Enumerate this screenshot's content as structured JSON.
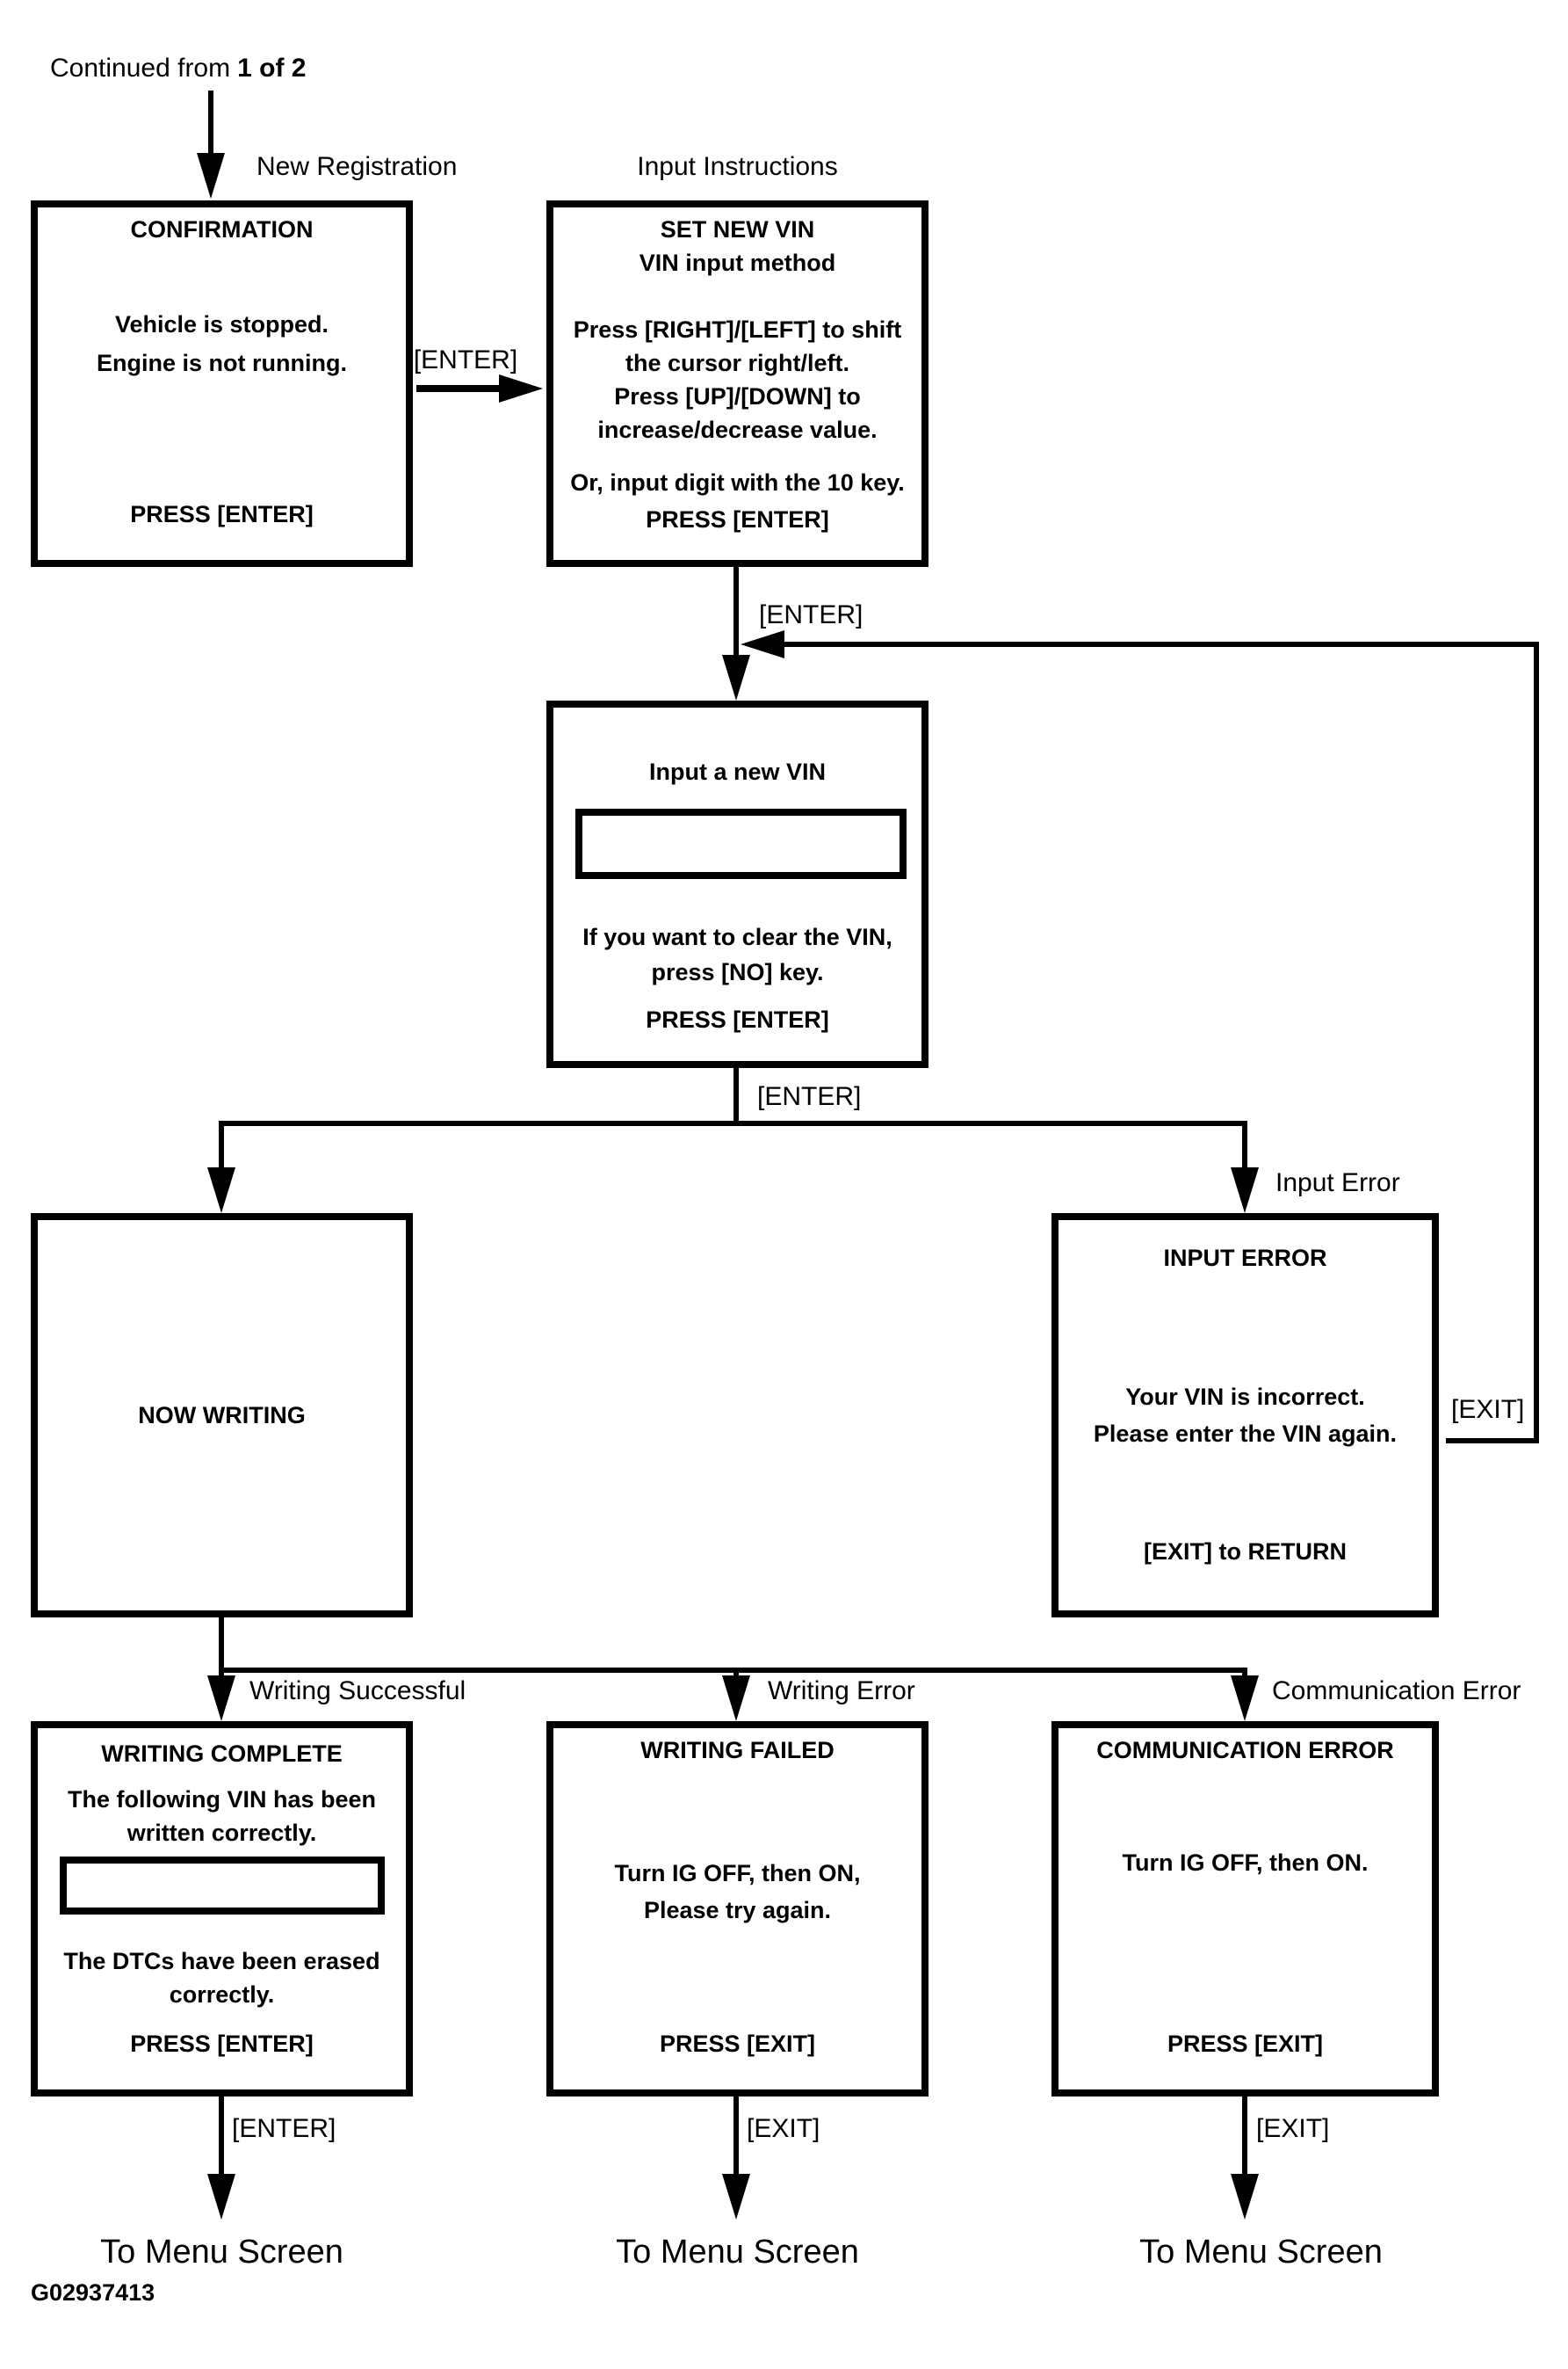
{
  "page": {
    "continued_prefix": "Continued from",
    "continued_ref": "1 of 2",
    "figure_id": "G02937413"
  },
  "edges": {
    "new_registration": "New Registration",
    "input_instructions": "Input Instructions",
    "enter_confirm_to_set": "[ENTER]",
    "enter_set_to_input": "[ENTER]",
    "enter_input_to_split": "[ENTER]",
    "input_error": "Input Error",
    "exit_return": "[EXIT]",
    "writing_successful": "Writing Successful",
    "writing_error": "Writing Error",
    "communication_error": "Communication Error",
    "enter_complete": "[ENTER]",
    "exit_failed": "[EXIT]",
    "exit_comm": "[EXIT]",
    "to_menu_1": "To Menu Screen",
    "to_menu_2": "To Menu Screen",
    "to_menu_3": "To Menu Screen"
  },
  "nodes": {
    "confirmation": {
      "title": "CONFIRMATION",
      "line1": "Vehicle is stopped.",
      "line2": "Engine is not running.",
      "footer": "PRESS [ENTER]"
    },
    "set_new_vin": {
      "title": "SET NEW VIN",
      "subtitle": "VIN input method",
      "line1": "Press [RIGHT]/[LEFT] to shift",
      "line2": "the cursor right/left.",
      "line3": "Press [UP]/[DOWN] to",
      "line4": "increase/decrease value.",
      "line5": "Or, input digit with the 10 key.",
      "footer": "PRESS [ENTER]"
    },
    "input_new_vin": {
      "title": "Input a new VIN",
      "line1": "If you want to clear the VIN,",
      "line2": "press [NO] key.",
      "footer": "PRESS [ENTER]"
    },
    "now_writing": {
      "title": "NOW WRITING"
    },
    "input_error": {
      "title": "INPUT ERROR",
      "line1": "Your VIN is incorrect.",
      "line2": "Please enter the VIN again.",
      "footer": "[EXIT] to RETURN"
    },
    "writing_complete": {
      "title": "WRITING COMPLETE",
      "line1": "The following VIN has been",
      "line2": "written correctly.",
      "line3": "The DTCs have been erased",
      "line4": "correctly.",
      "footer": "PRESS [ENTER]"
    },
    "writing_failed": {
      "title": "WRITING FAILED",
      "line1": "Turn IG OFF, then ON,",
      "line2": "Please try again.",
      "footer": "PRESS [EXIT]"
    },
    "communication_error": {
      "title": "COMMUNICATION ERROR",
      "line1": "Turn IG OFF, then ON.",
      "footer": "PRESS [EXIT]"
    }
  }
}
